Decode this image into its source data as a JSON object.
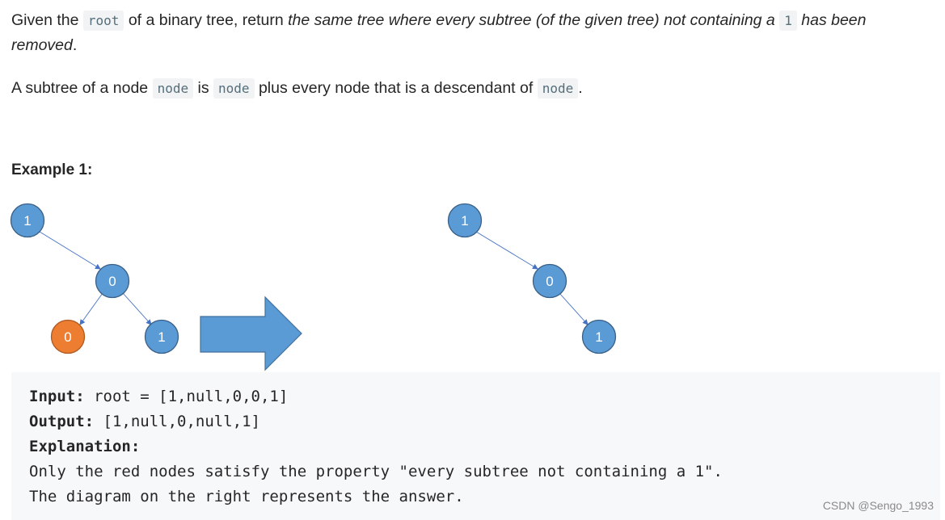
{
  "intro": {
    "p1_a": "Given the ",
    "p1_code1": "root",
    "p1_b": " of a binary tree, return ",
    "p1_em": "the same tree where every subtree (of the given tree) not containing a ",
    "p1_code2": "1",
    "p1_em2": " has been removed",
    "p1_end": ".",
    "p2_a": "A subtree of a node ",
    "p2_code1": "node",
    "p2_b": " is ",
    "p2_code2": "node",
    "p2_c": " plus every node that is a descendant of ",
    "p2_code3": "node",
    "p2_end": "."
  },
  "example": {
    "title": "Example 1:",
    "input_label": "Input:",
    "input_value": " root = [1,null,0,0,1]",
    "output_label": "Output:",
    "output_value": " [1,null,0,null,1]",
    "explanation_label": "Explanation:",
    "explanation_line1": "Only the red nodes satisfy the property \"every subtree not containing a 1\".",
    "explanation_line2": "The diagram on the right represents the answer."
  },
  "diagram": {
    "node_color_blue": "#5b9bd5",
    "node_color_red": "#ed7d31",
    "arrow_color": "#5b9bd5",
    "left_tree": {
      "nodes": [
        {
          "id": "a",
          "label": "1",
          "color": "blue"
        },
        {
          "id": "b",
          "label": "0",
          "color": "blue"
        },
        {
          "id": "c",
          "label": "0",
          "color": "red"
        },
        {
          "id": "d",
          "label": "1",
          "color": "blue"
        }
      ]
    },
    "right_tree": {
      "nodes": [
        {
          "id": "e",
          "label": "1",
          "color": "blue"
        },
        {
          "id": "f",
          "label": "0",
          "color": "blue"
        },
        {
          "id": "g",
          "label": "1",
          "color": "blue"
        }
      ]
    }
  },
  "watermark": "CSDN @Sengo_1993"
}
